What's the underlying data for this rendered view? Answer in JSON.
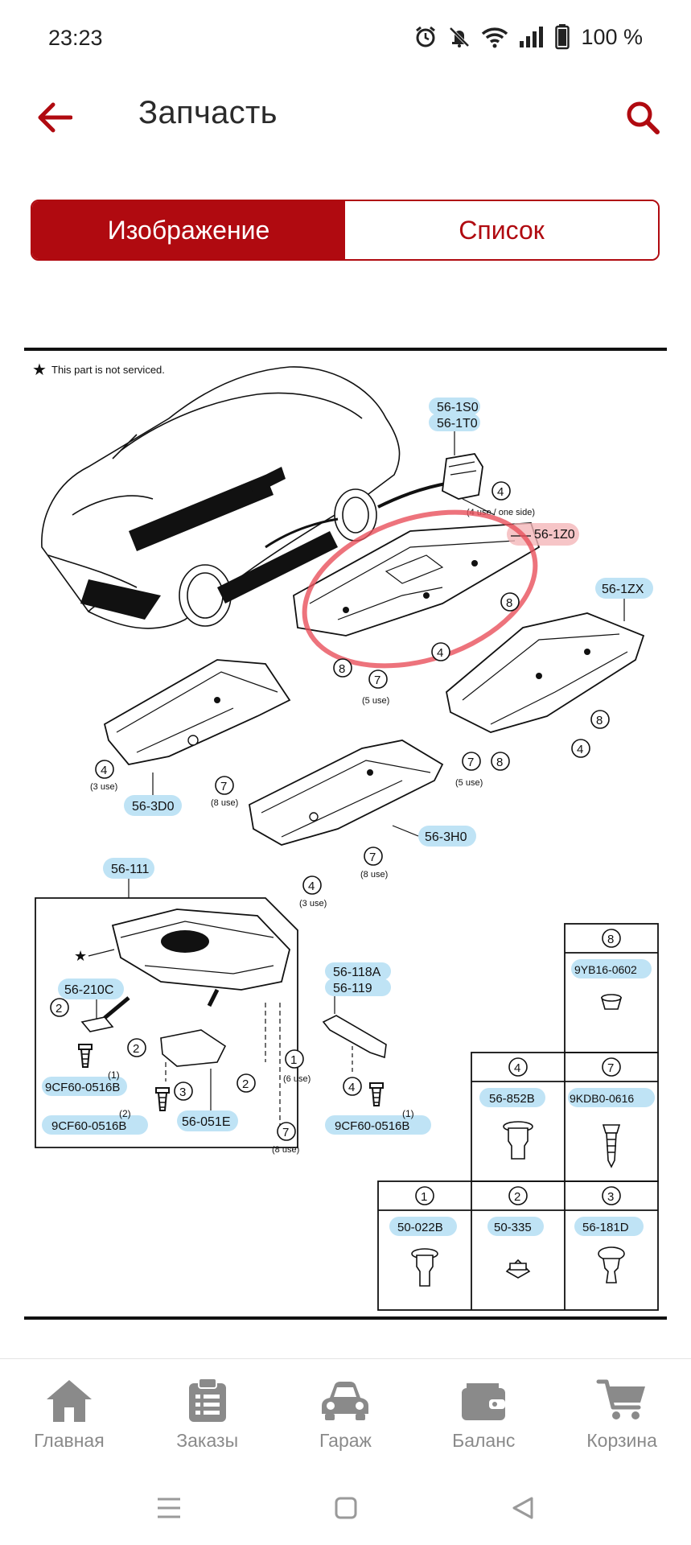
{
  "status_bar": {
    "time": "23:23",
    "battery": "100 %",
    "icons": [
      "alarm-icon",
      "mute-icon",
      "wifi-icon",
      "signal-icon",
      "battery-icon"
    ]
  },
  "header": {
    "title": "Запчасть",
    "back_icon": "arrow-left-icon",
    "search_icon": "search-icon"
  },
  "view_toggle": {
    "image_label": "Изображение",
    "list_label": "Список",
    "active": "image"
  },
  "diagram": {
    "note": "This part is not serviced.",
    "part_codes": [
      "56-1S0",
      "56-1T0",
      "56-1Z0",
      "56-1ZX",
      "56-3D0",
      "56-3H0",
      "56-111",
      "56-210C",
      "56-118A",
      "56-119",
      "56-051E",
      "9CF60-0516B",
      "9CF60-0516B",
      "9CF60-0516B",
      "9YB16-0602",
      "56-852B",
      "9KDB0-0616",
      "50-022B",
      "50-335",
      "56-181D"
    ],
    "quantity_notes": {
      "four_use_one_side": "(4 use / one side)",
      "five_use": "(5 use)",
      "three_use": "(3 use)",
      "eight_use": "(8 use)",
      "six_use": "(6 use)"
    },
    "marker_nums": {
      "one": "1",
      "two": "2",
      "three": "3",
      "four": "4",
      "seven": "7",
      "eight": "8",
      "q1": "(1)",
      "q2": "(2)"
    },
    "highlight_color": "#bfe3f5",
    "circle_color": "#e8505b"
  },
  "bottom_nav": {
    "items": [
      {
        "label": "Главная",
        "icon": "home-icon"
      },
      {
        "label": "Заказы",
        "icon": "clipboard-icon"
      },
      {
        "label": "Гараж",
        "icon": "car-icon"
      },
      {
        "label": "Баланс",
        "icon": "wallet-icon"
      },
      {
        "label": "Корзина",
        "icon": "cart-icon"
      }
    ]
  },
  "colors": {
    "accent": "#b00a10",
    "nav_grey": "#8a8a8a"
  }
}
